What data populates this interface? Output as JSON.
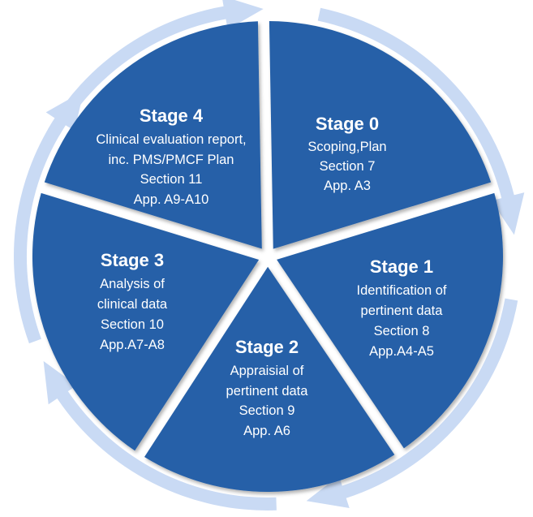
{
  "colors": {
    "segment_fill": "#2560a8",
    "segment_border": "#ffffff",
    "arrow_fill": "#c9daf4",
    "text": "#ffffff"
  },
  "stages": [
    {
      "id": "stage-0",
      "title": "Stage 0",
      "lines": [
        "Scoping,Plan",
        "Section 7",
        "App. A3"
      ]
    },
    {
      "id": "stage-1",
      "title": "Stage 1",
      "lines": [
        "Identification of",
        "pertinent data",
        "Section 8",
        "App.A4-A5"
      ]
    },
    {
      "id": "stage-2",
      "title": "Stage 2",
      "lines": [
        "Appraisial of",
        "pertinent data",
        "Section 9",
        "App. A6"
      ]
    },
    {
      "id": "stage-3",
      "title": "Stage 3",
      "lines": [
        "Analysis of",
        "clinical data",
        "Section 10",
        "App.A7-A8"
      ]
    },
    {
      "id": "stage-4",
      "title": "Stage 4",
      "lines": [
        "Clinical evaluation report,",
        "inc. PMS/PMCF Plan",
        "Section 11",
        "App. A9-A10"
      ]
    }
  ],
  "cycle_arrows": [
    "arrow-right-icon",
    "arrow-right-icon",
    "arrow-right-icon",
    "arrow-right-icon",
    "arrow-right-icon"
  ]
}
